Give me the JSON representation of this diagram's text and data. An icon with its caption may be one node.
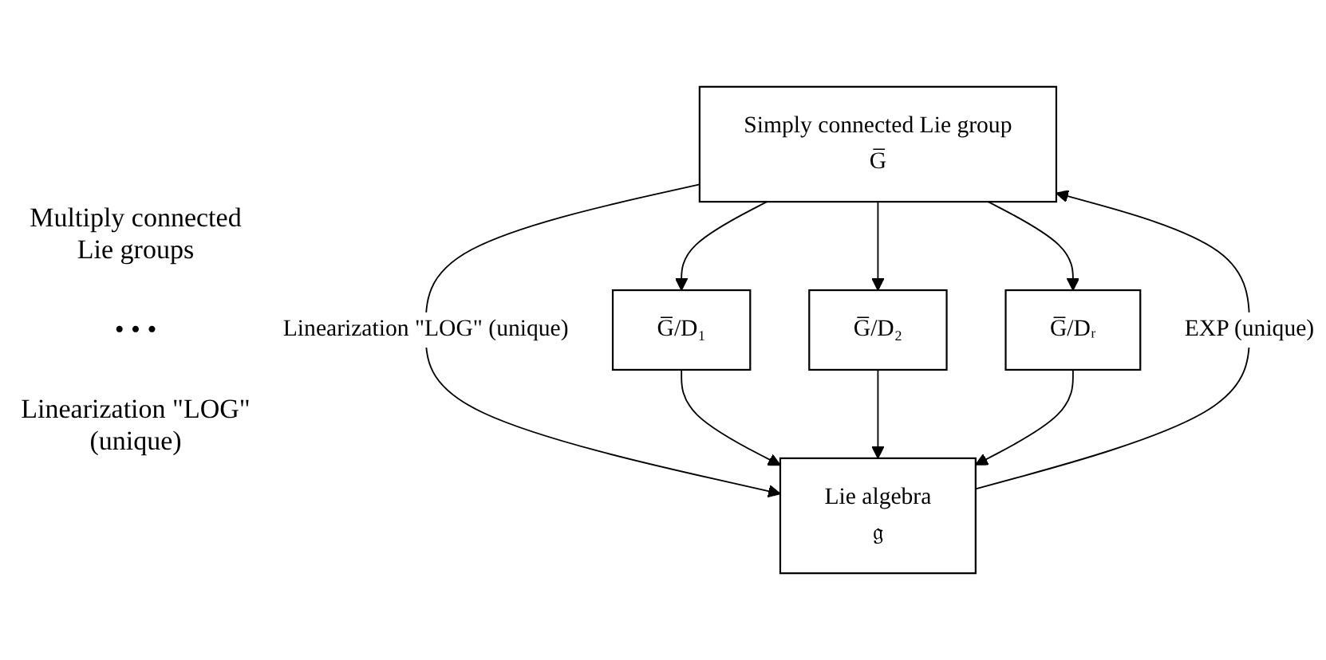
{
  "diagram": {
    "nodes": [
      {
        "text": [
          "Simply connected Lie group",
          "G̅"
        ]
      },
      {
        "text": [
          "G̅/D₁"
        ]
      },
      {
        "text": [
          "G̅/D₂"
        ]
      },
      {
        "text": [
          "G̅/Dᵣ"
        ]
      },
      {
        "text": [
          "Lie algebra",
          "𝔤"
        ]
      }
    ],
    "edges": [
      {
        "from": 0,
        "to": 1,
        "arrow": "to"
      },
      {
        "from": 0,
        "to": 2,
        "arrow": "to"
      },
      {
        "from": 0,
        "to": 3,
        "arrow": "to"
      },
      {
        "from": 0,
        "to": 4,
        "arrow": "to",
        "label": "Linearization \"LOG\" (unique)"
      },
      {
        "from": 4,
        "to": 0,
        "arrow": "to",
        "label": "EXP (unique)"
      },
      {
        "from": 1,
        "to": 4,
        "arrow": "to"
      },
      {
        "from": 2,
        "to": 4,
        "arrow": "to"
      },
      {
        "from": 3,
        "to": 4,
        "arrow": "to"
      }
    ],
    "labels": [
      "Multiply connected Lie groups",
      "• • •",
      "Linearization \"LOG\" (unique)"
    ]
  }
}
